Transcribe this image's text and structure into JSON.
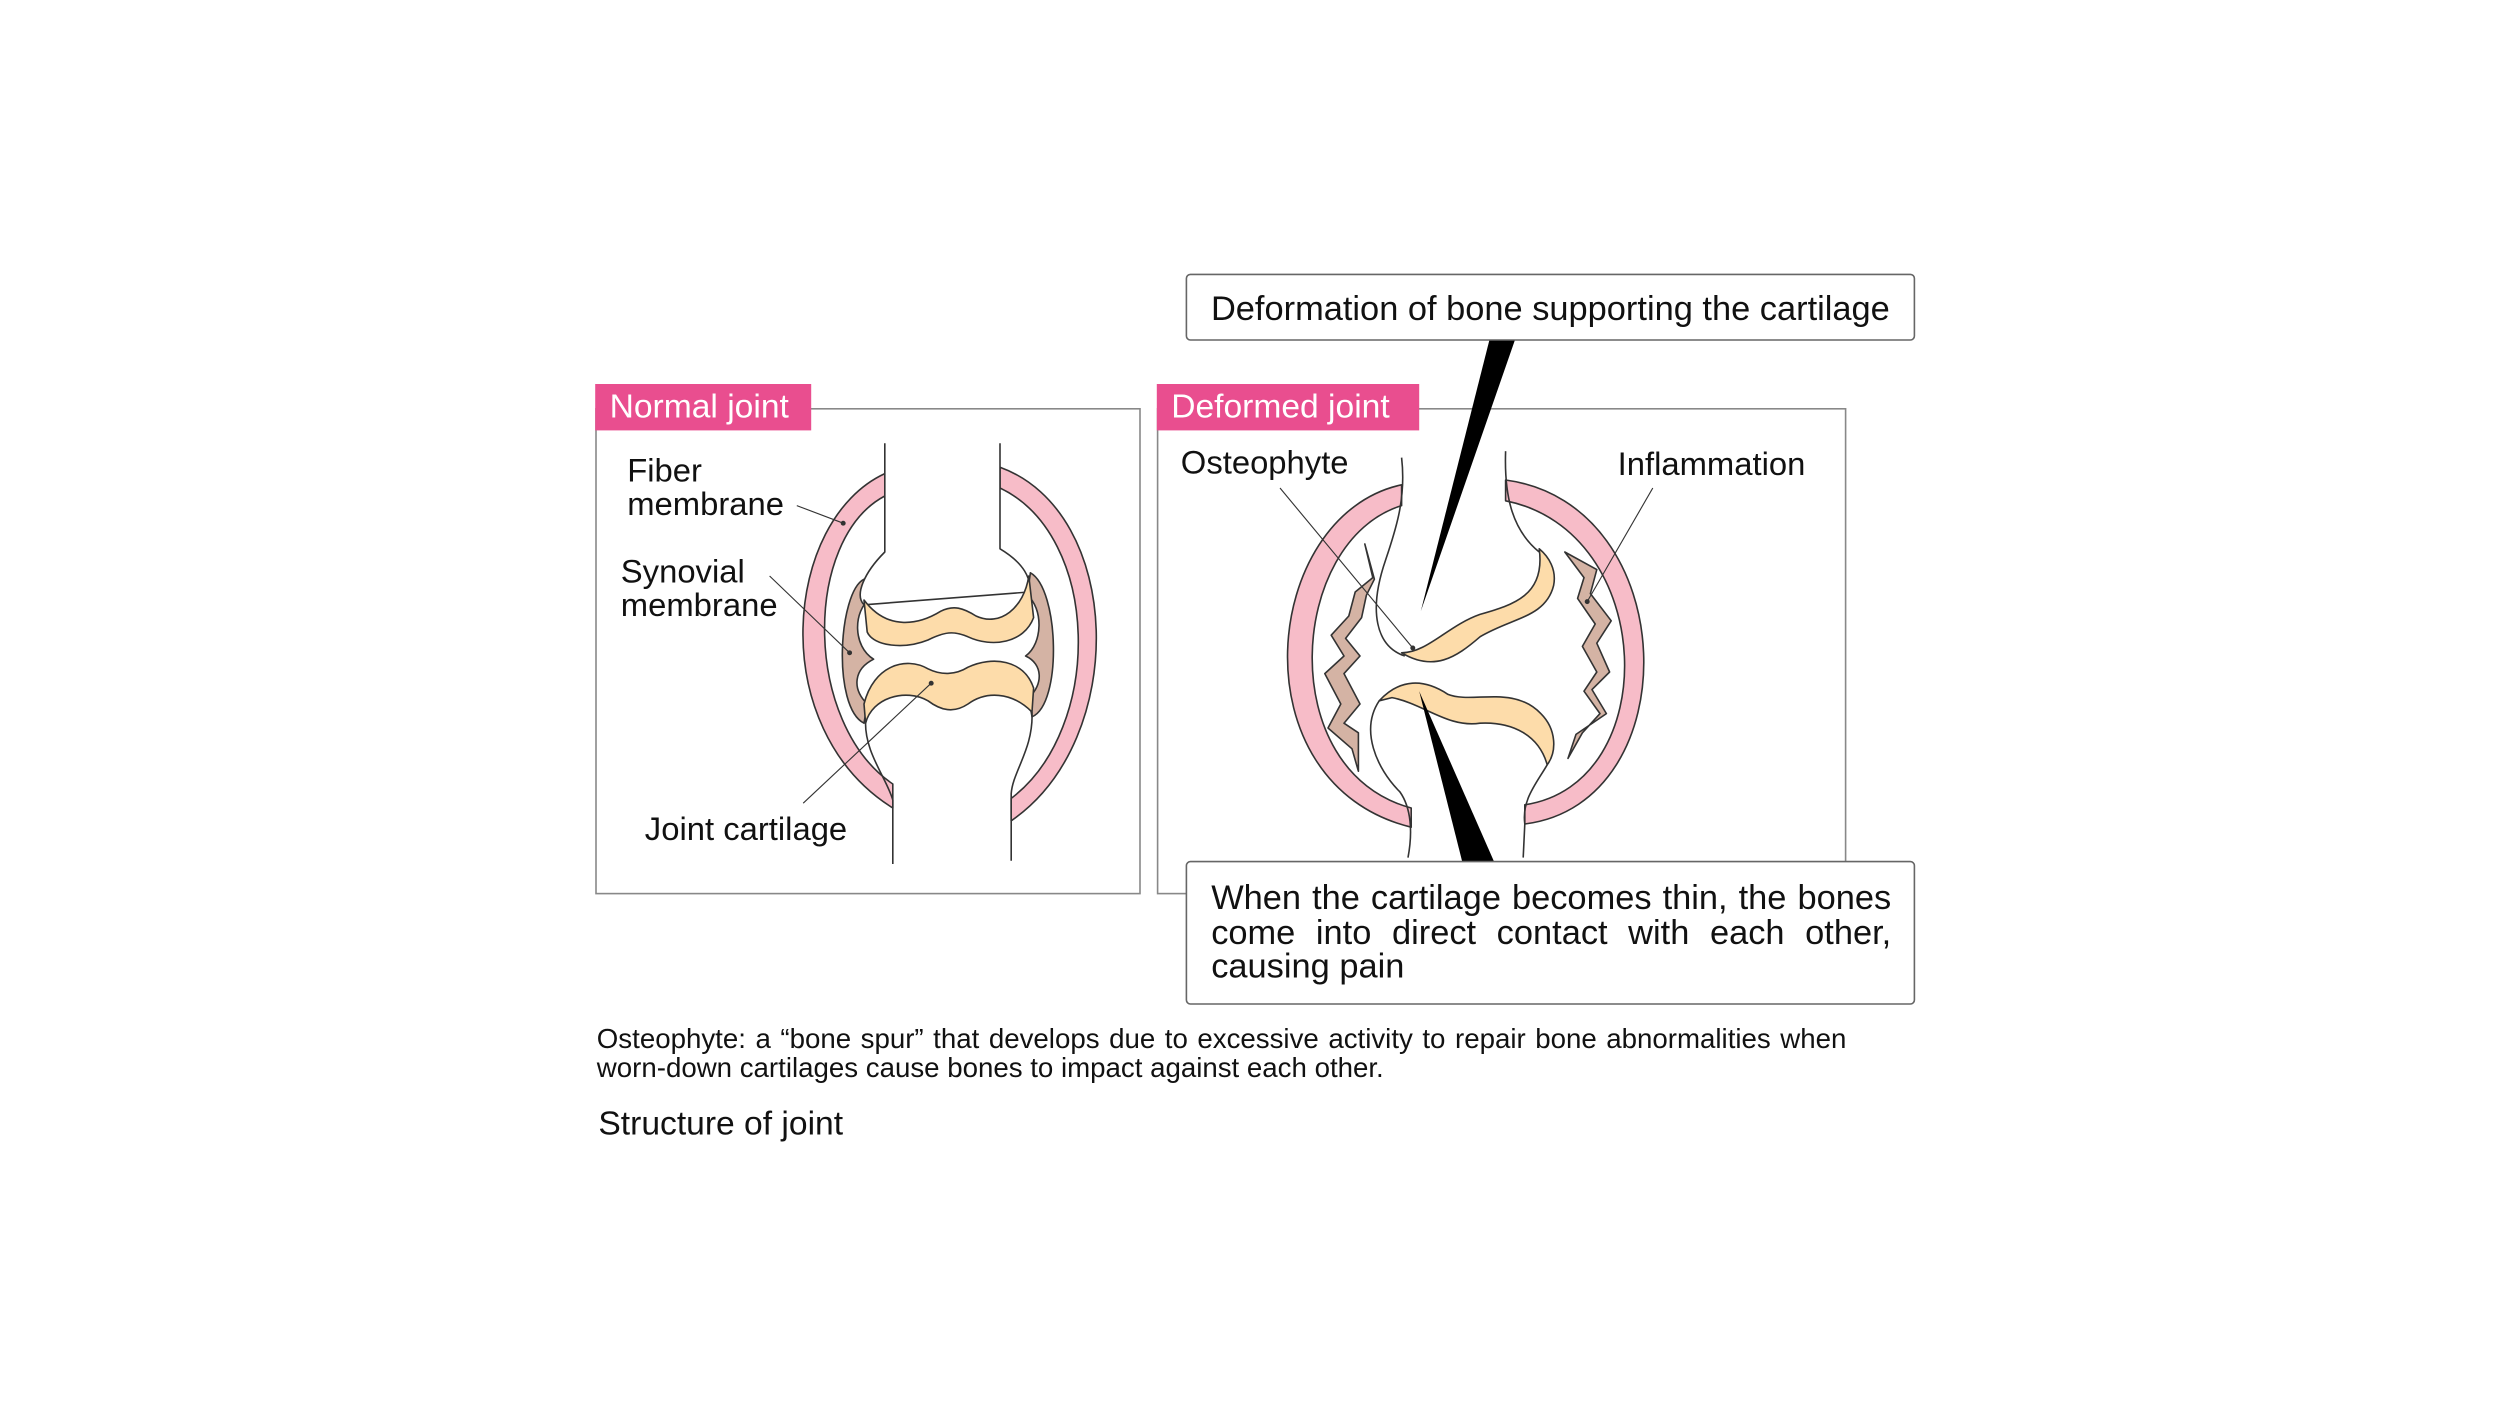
{
  "panels": {
    "normal": {
      "title": "Normal joint",
      "labels": {
        "fiber_membrane": [
          "Fiber",
          "membrane"
        ],
        "synovial_membrane": [
          "Synovial",
          "membrane"
        ],
        "joint_cartilage": "Joint cartilage"
      }
    },
    "deformed": {
      "title": "Deformed joint",
      "labels": {
        "osteophyte": "Osteophyte",
        "inflammation": "Inflammation"
      }
    }
  },
  "callouts": {
    "top": "Deformation of bone supporting the cartilage",
    "bottom": "When the cartilage becomes thin, the bones come into direct contact with each other, causing pain"
  },
  "footnote": "Osteophyte: a “bone spur” that develops due to excessive activity to repair bone abnormalities when worn-down cartilages cause bones to impact against each other.",
  "caption": "Structure of joint",
  "colors": {
    "tag": "#e94e8f",
    "fiber_membrane": "#f7bcc8",
    "synovial": "#d4b3a4",
    "cartilage": "#fddcaa"
  }
}
